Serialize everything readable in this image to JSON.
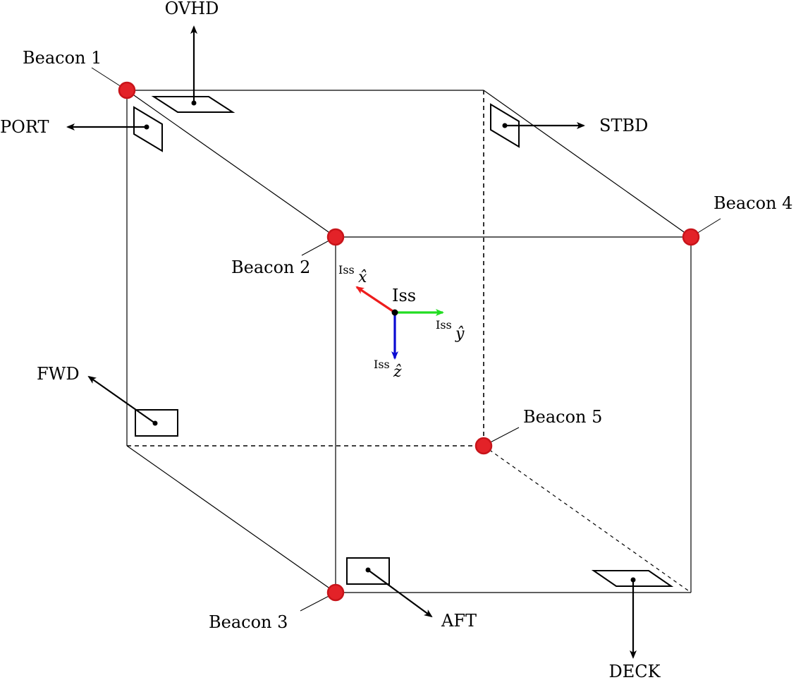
{
  "beacons": [
    {
      "label": "Beacon 1"
    },
    {
      "label": "Beacon 2"
    },
    {
      "label": "Beacon 3"
    },
    {
      "label": "Beacon 4"
    },
    {
      "label": "Beacon 5"
    }
  ],
  "directions": {
    "ovhd": "OVHD",
    "port": "PORT",
    "stbd": "STBD",
    "fwd": "FWD",
    "aft": "AFT",
    "deck": "DECK"
  },
  "frame": {
    "origin_label": "Iss",
    "x_prefix": "Iss",
    "x_symbol": "x̂",
    "y_prefix": "Iss",
    "y_symbol": "ŷ",
    "z_prefix": "Iss",
    "z_symbol": "ẑ",
    "colors": {
      "x": "#ee1c1c",
      "y": "#22dd22",
      "z": "#0a0ad2"
    }
  }
}
